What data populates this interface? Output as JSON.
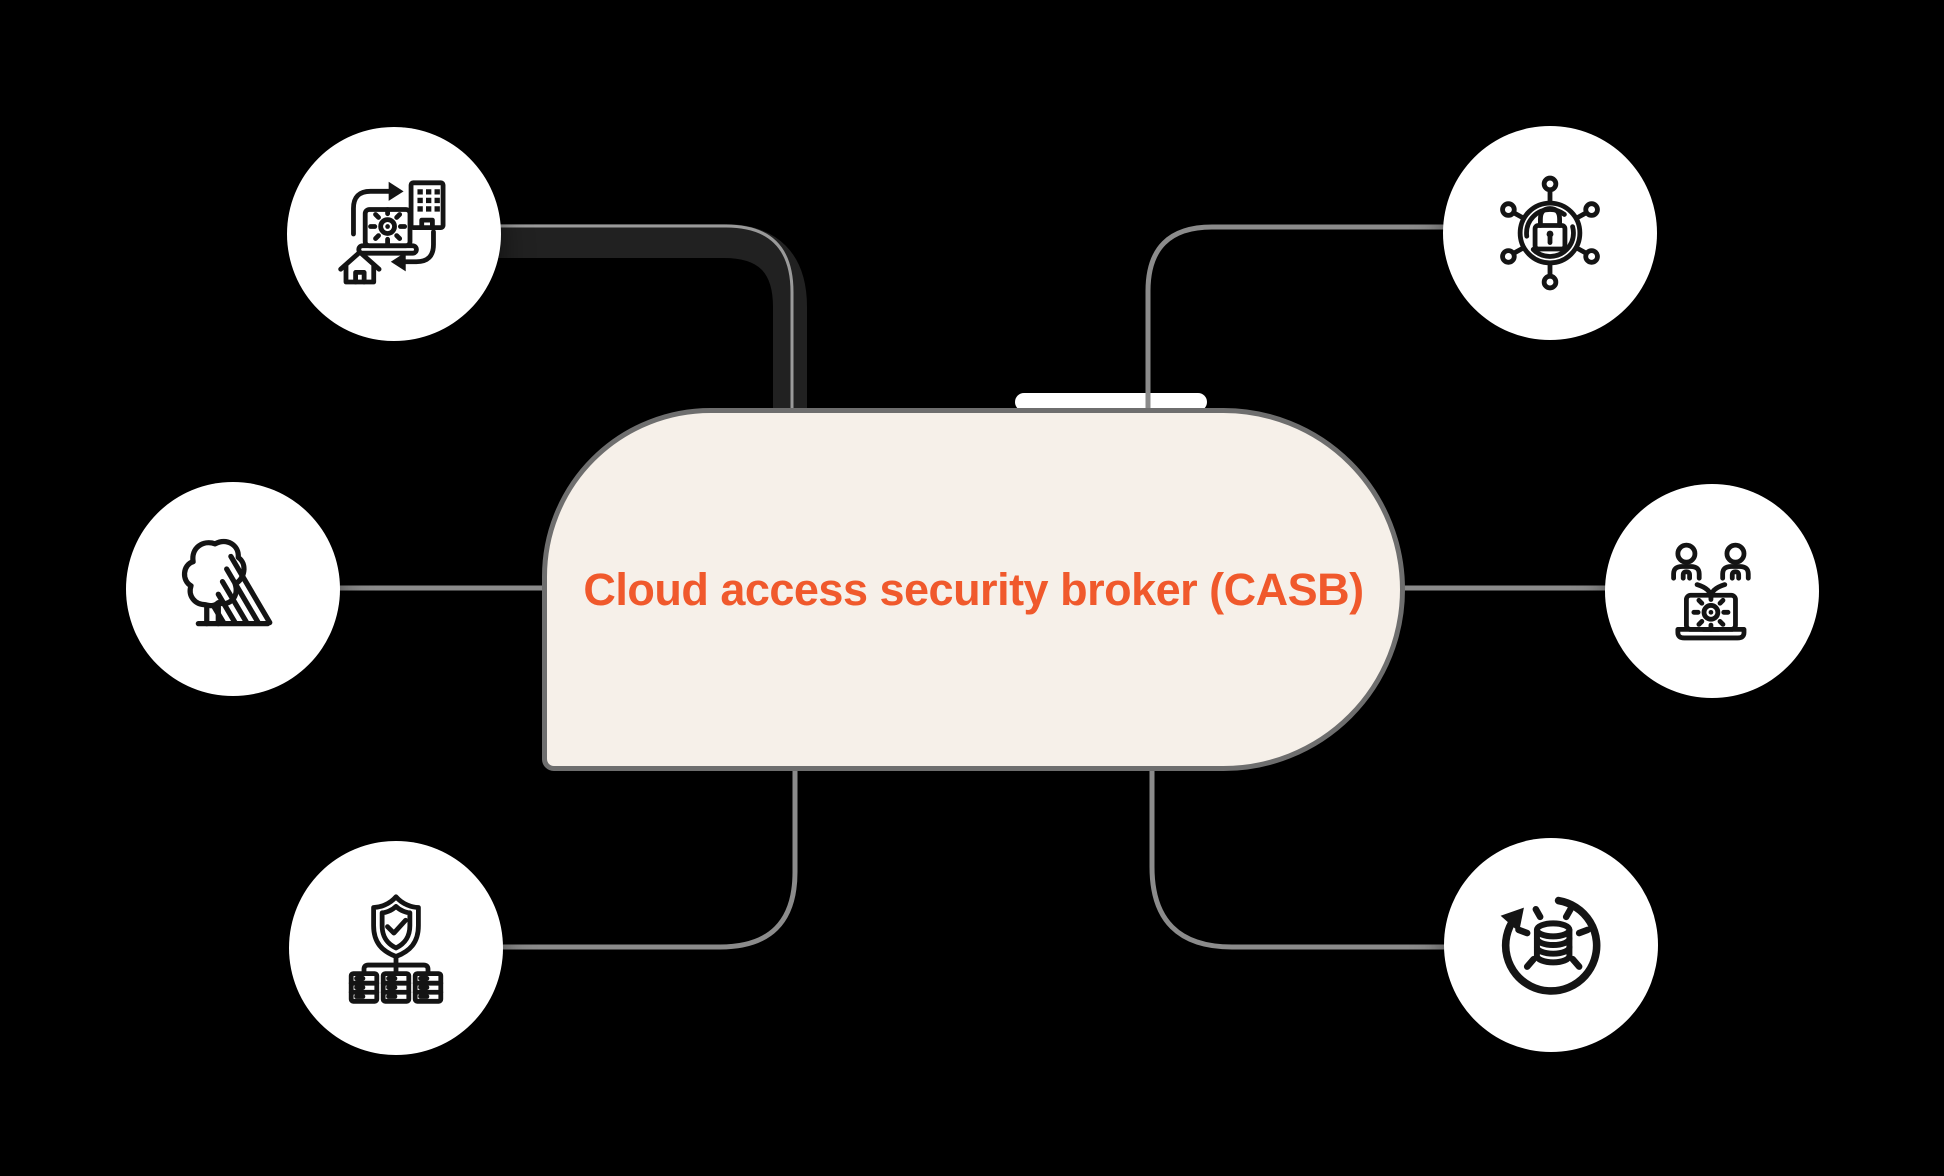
{
  "title": "Cloud access security broker (CASB)",
  "colors": {
    "bg": "#000000",
    "node-fill": "#ffffff",
    "icon": "#141414",
    "capsule-fill": "#F6F0E9",
    "capsule-border": "#6E6E6E",
    "wire": "#8B8B8B",
    "wire-emphasis": "#212121",
    "wire-emphasis-line": "#9A9A9A",
    "accent": "#F0592C",
    "notch": "#ffffff"
  },
  "nodes": [
    {
      "position": "top-left",
      "icon": "hybrid-work-sync-icon"
    },
    {
      "position": "top-right",
      "icon": "network-lock-icon"
    },
    {
      "position": "middle-left",
      "icon": "shadow-it-tree-icon"
    },
    {
      "position": "middle-right",
      "icon": "users-laptop-gear-icon"
    },
    {
      "position": "bottom-left",
      "icon": "shield-servers-icon"
    },
    {
      "position": "bottom-right",
      "icon": "database-restore-icon"
    }
  ]
}
